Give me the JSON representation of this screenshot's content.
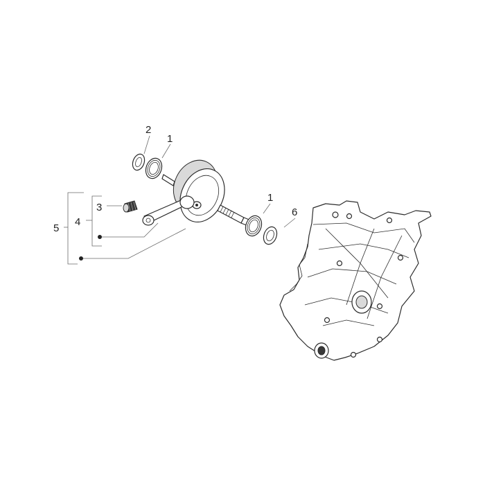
{
  "diagram": {
    "callouts": {
      "c2": "2",
      "c1_top": "1",
      "c1_right": "1",
      "c6": "6",
      "c3": "3",
      "c4": "4",
      "c5": "5"
    },
    "colors": {
      "line": "#2b2b2b",
      "leader": "#6a6a6a",
      "background": "#ffffff"
    }
  }
}
